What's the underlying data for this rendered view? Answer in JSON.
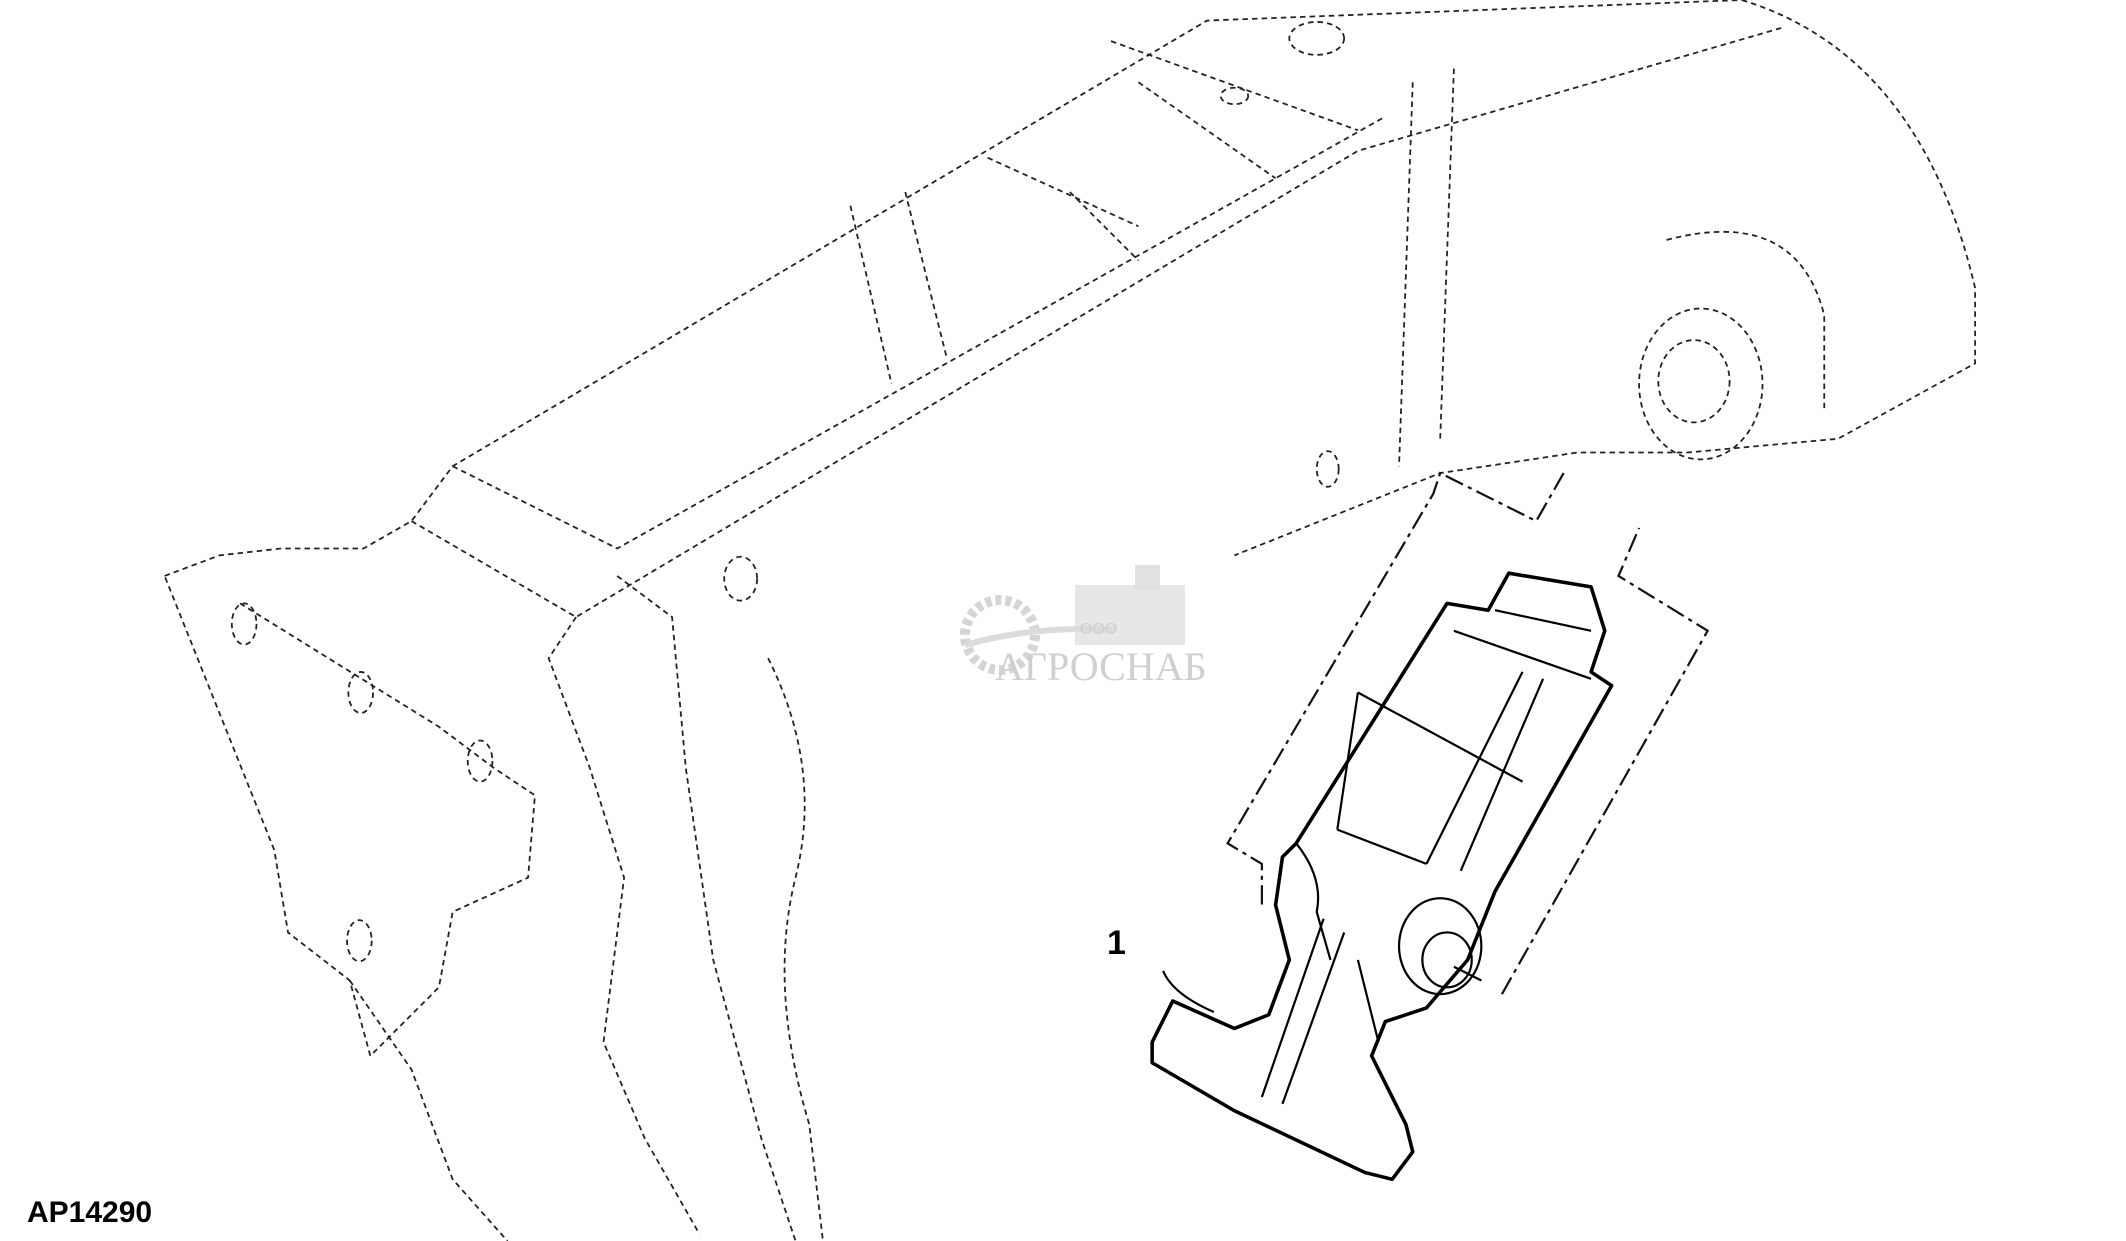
{
  "figure": {
    "id": "AP14290",
    "callouts": [
      "1"
    ]
  },
  "watermark": {
    "prefix": "ООО",
    "name": "АГРОСНАБ"
  }
}
